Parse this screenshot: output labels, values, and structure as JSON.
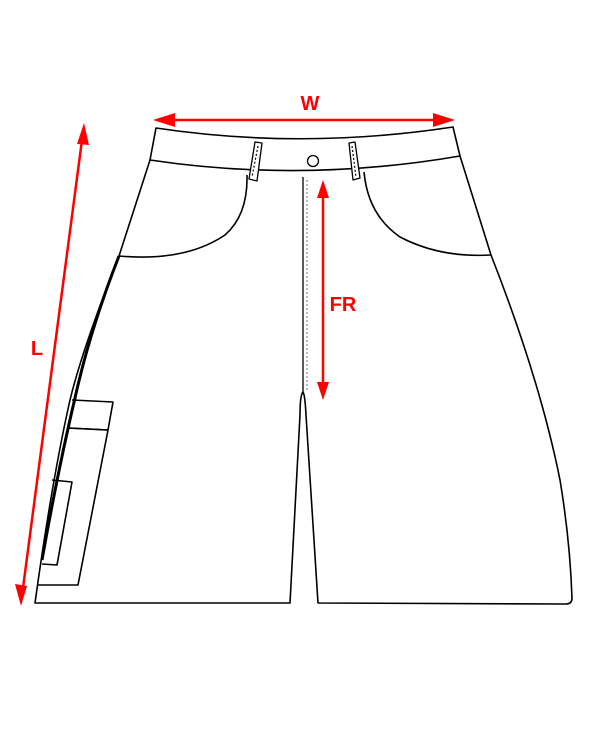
{
  "diagram": {
    "subject": "shorts size measurement diagram",
    "colors": {
      "outline": "#000000",
      "measure": "#ff0000",
      "background": "#ffffff"
    },
    "measurements": [
      {
        "key": "waist",
        "label": "W"
      },
      {
        "key": "front_rise",
        "label": "FR"
      },
      {
        "key": "length",
        "label": "L"
      }
    ]
  }
}
